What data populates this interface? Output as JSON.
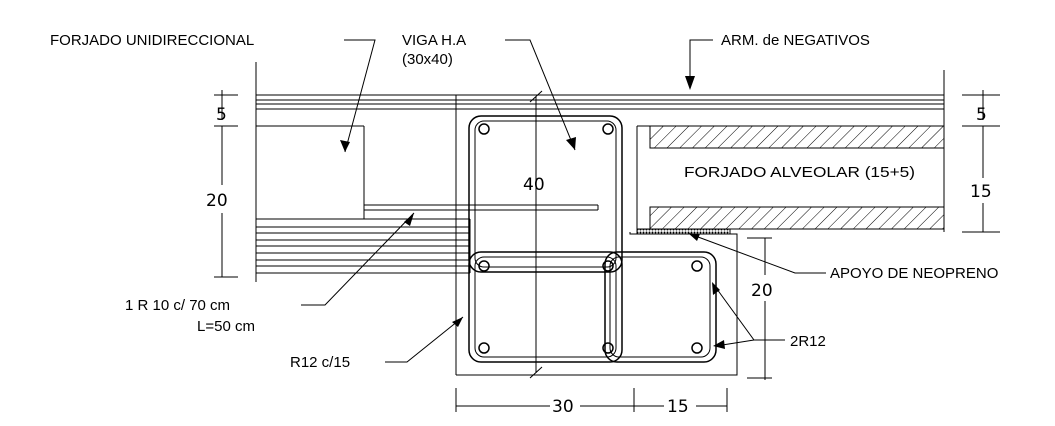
{
  "labels": {
    "forjado_uni": "FORJADO UNIDIRECCIONAL",
    "viga_line1": "VIGA H.A",
    "viga_line2": "(30x40)",
    "arm_neg": "ARM. de NEGATIVOS",
    "forjado_alv": "FORJADO ALVEOLAR (15+5)",
    "apoyo": "APOYO DE NEOPRENO",
    "r10_line1": "1 R 10 c/ 70 cm",
    "r10_line2": "L=50 cm",
    "r12": "R12 c/15",
    "r2r12": "2R12"
  },
  "dimensions": {
    "left_top": "5",
    "left_main": "20",
    "beam_height": "40",
    "right_top": "5",
    "right_main": "15",
    "right_lower": "20",
    "bottom_beam": "30",
    "bottom_ext": "15"
  }
}
